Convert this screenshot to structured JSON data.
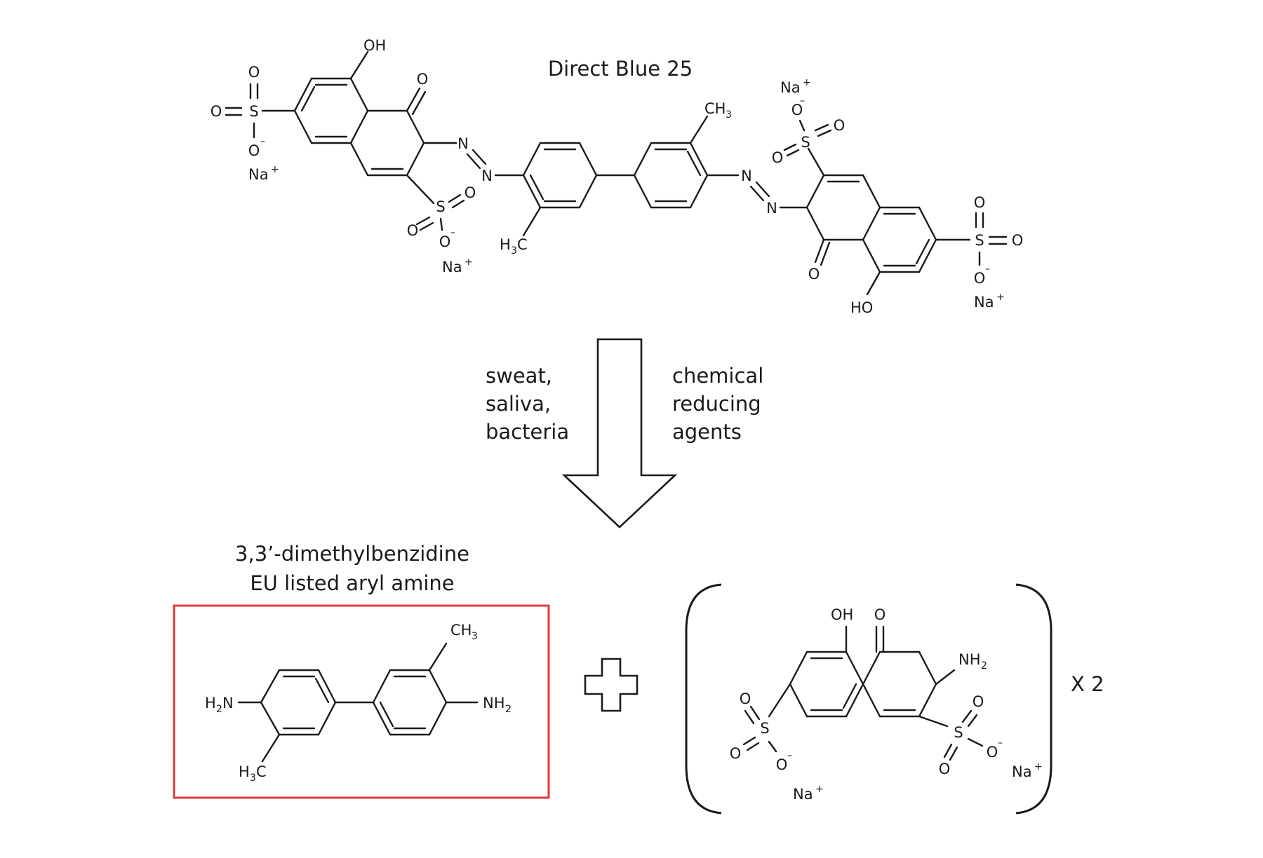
{
  "title": "Direct Blue 25",
  "arrow": {
    "left_lines": [
      "sweat,",
      "saliva,",
      "bacteria"
    ],
    "right_lines": [
      "chemical",
      "reducing",
      "agents"
    ]
  },
  "product1": {
    "caption_lines": [
      "3,3’-dimethylbenzidine",
      "EU listed aryl amine"
    ],
    "highlight_color": "#e03a3a"
  },
  "multiplier": "X 2",
  "plus_symbol": "plus-outline-icon",
  "atoms": {
    "oh": "OH",
    "ho": "HO",
    "o": "O",
    "s": "S",
    "n": "N",
    "na": "Na",
    "plus": "+",
    "minus": "–",
    "ch": "CH",
    "three": "3",
    "two": "2",
    "h": "H",
    "c": "C",
    "nh": "NH"
  }
}
